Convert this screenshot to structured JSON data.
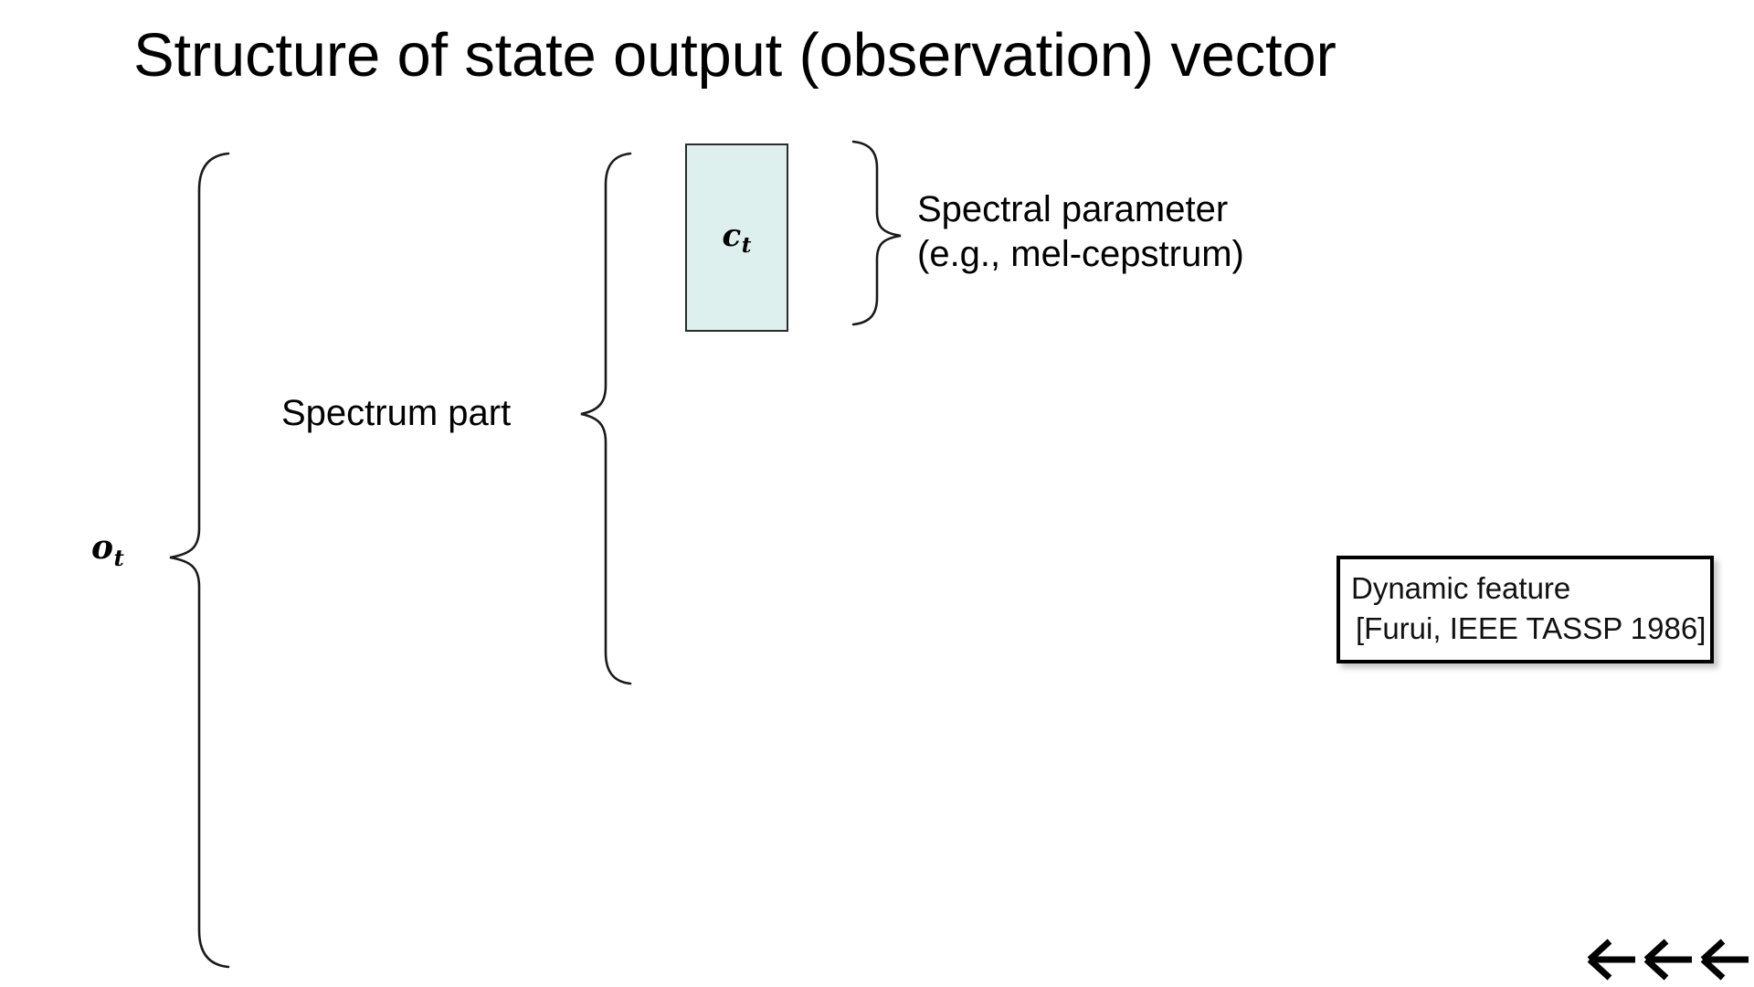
{
  "slide": {
    "title": "Structure of state output (observation) vector",
    "background_color": "#ffffff"
  },
  "vector_label": {
    "symbol": "o",
    "subscript": "t",
    "description": "observation vector o_t"
  },
  "spectrum_part": {
    "label": "Spectrum part"
  },
  "ct_block": {
    "symbol": "c",
    "subscript": "t",
    "fill_color": "#ddf0ed",
    "border_color": "#2b2b2b"
  },
  "spectral_parameter": {
    "line1": "Spectral parameter",
    "line2": "(e.g., mel-cepstrum)"
  },
  "dynamic_feature": {
    "title": "Dynamic feature",
    "citation": "[Furui, IEEE TASSP 1986]",
    "border_color": "#000000"
  },
  "navigation": {
    "arrows": [
      {
        "name": "back-arrow-1",
        "glyph": "←"
      },
      {
        "name": "back-arrow-2",
        "glyph": "←"
      },
      {
        "name": "back-arrow-3",
        "glyph": "←"
      }
    ]
  },
  "braces": {
    "outer": {
      "name": "observation-vector-brace",
      "orientation": "left"
    },
    "spectrum": {
      "name": "spectrum-part-brace",
      "orientation": "left"
    },
    "spectral": {
      "name": "spectral-parameter-brace",
      "orientation": "right"
    }
  }
}
